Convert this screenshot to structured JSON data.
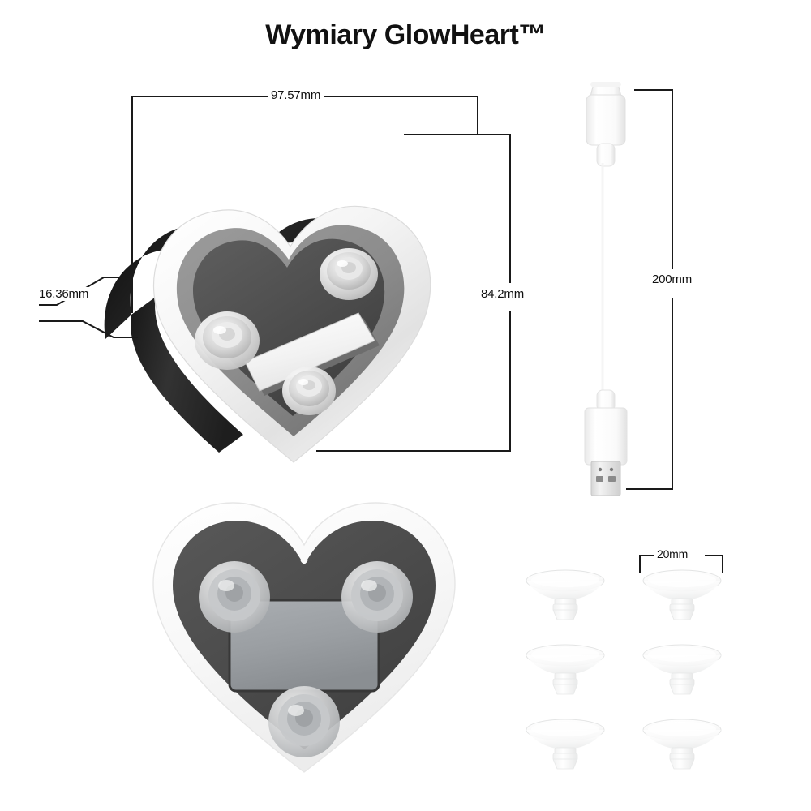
{
  "page": {
    "title": "Wymiary GlowHeart™",
    "background_color": "#ffffff",
    "line_color": "#1a1a1a",
    "text_color": "#111111"
  },
  "dimensions": {
    "width_label": "97.57mm",
    "height_label": "84.2mm",
    "thickness_label": "16.36mm",
    "cable_length_label": "200mm",
    "suction_cup_label": "20mm"
  },
  "product": {
    "name": "GlowHeart",
    "shape": "heart",
    "rim_color": "#fbfbfb",
    "face_color": "#4a4a4a",
    "side_color": "#1c1c1c",
    "plate_color": "#8e9296",
    "suction_cup_color": "#d8dadc"
  },
  "views": {
    "perspective_view": {
      "name": "heart-device-perspective",
      "suction_cup_count": 3,
      "has_center_plate": true
    },
    "bottom_view": {
      "name": "heart-device-bottom",
      "suction_cup_count": 3,
      "has_center_plate": true
    }
  },
  "cable": {
    "name": "usb-charging-cable",
    "connector_top": "usb-c",
    "connector_bottom": "usb-a",
    "color": "#fdfdfd"
  },
  "accessories": {
    "name": "suction-cups-set",
    "item_label": "suction-cup",
    "rows": 3,
    "columns": 2,
    "count": 6
  }
}
